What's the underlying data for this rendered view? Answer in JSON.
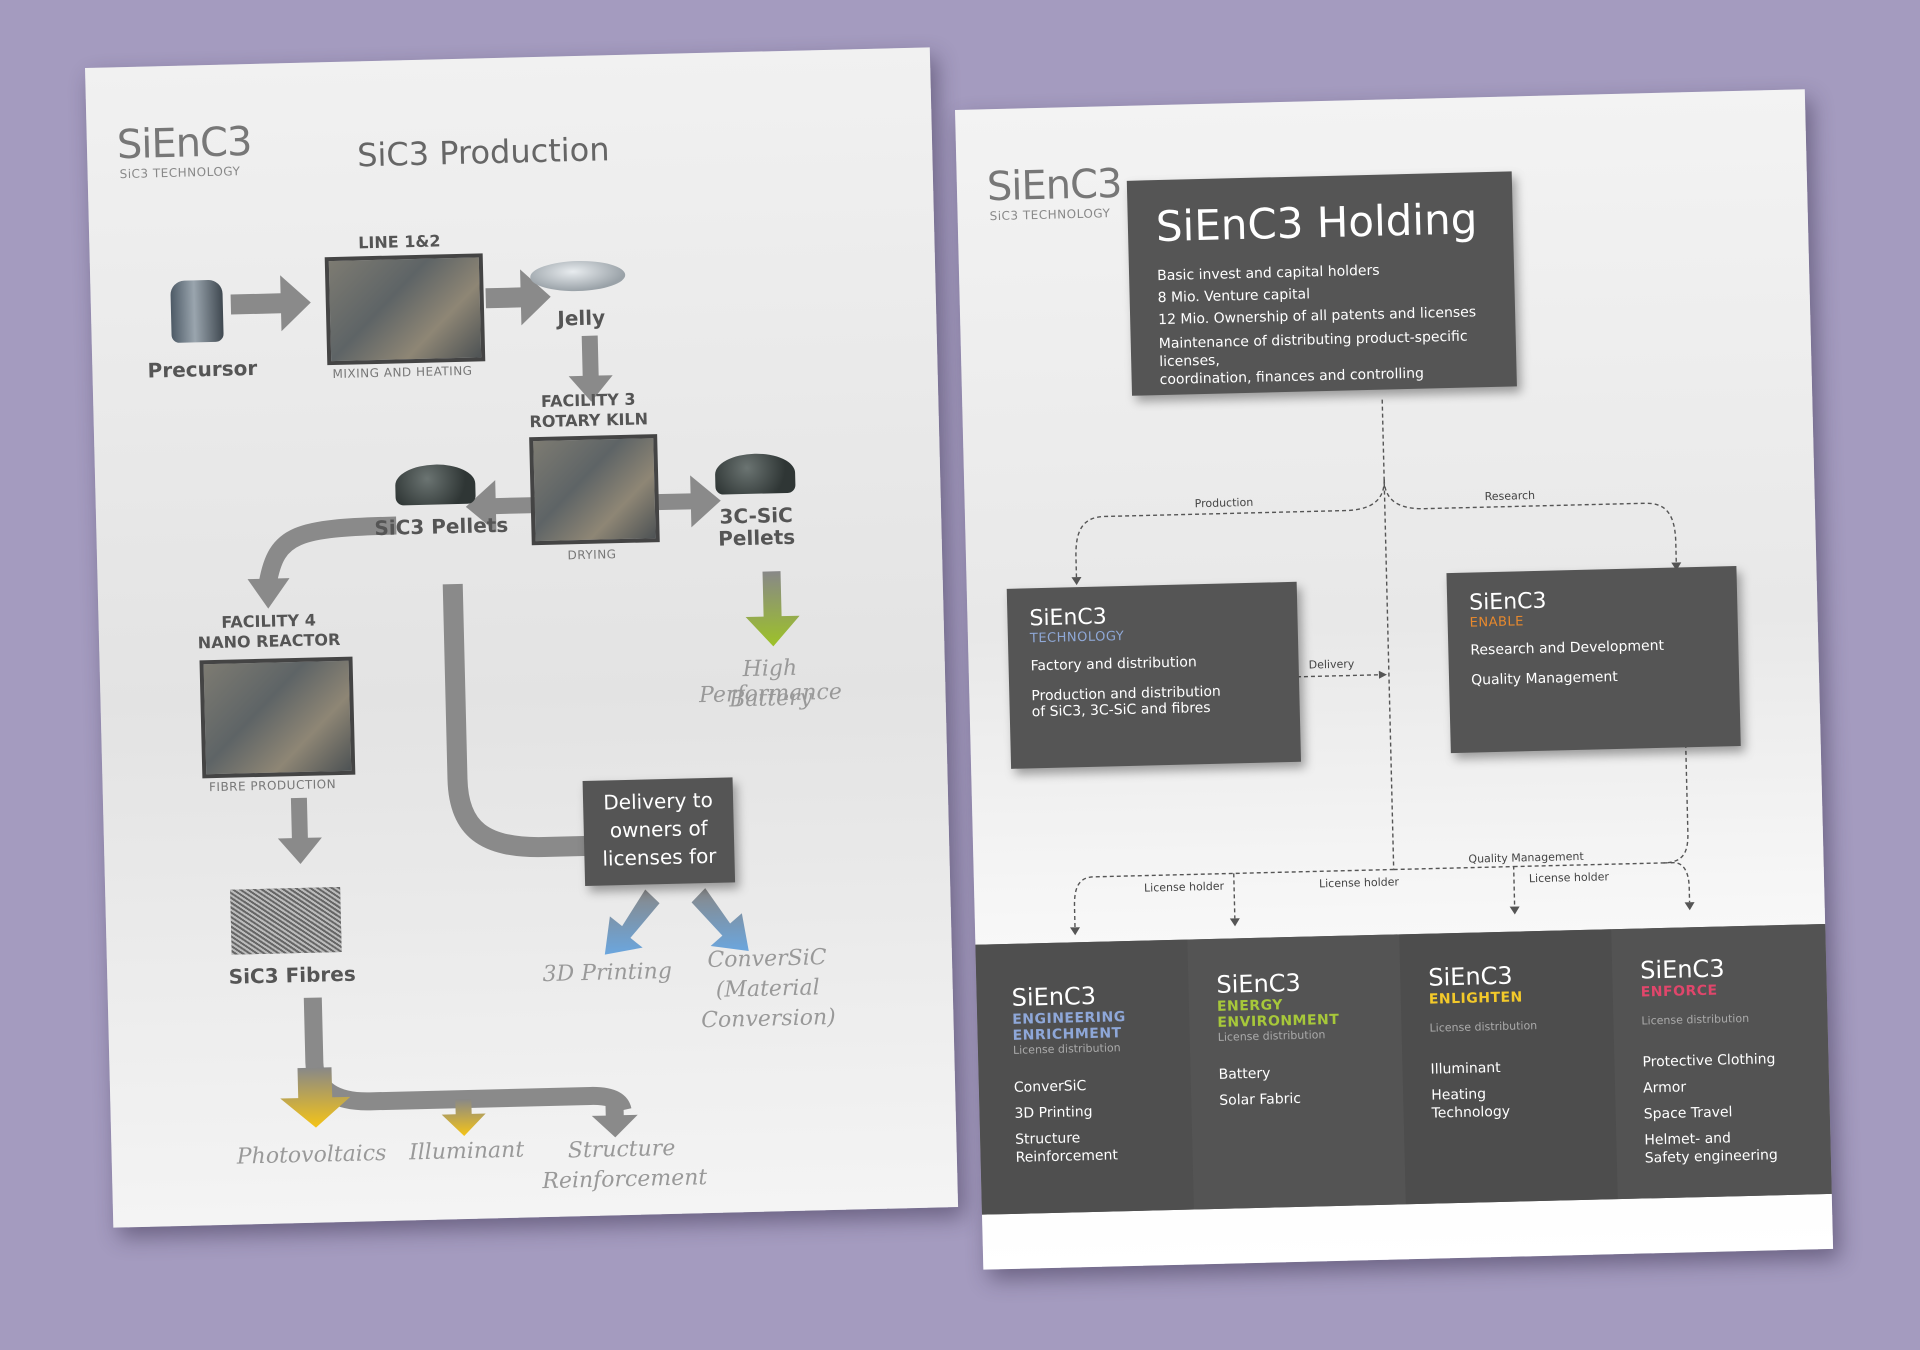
{
  "left_sheet": {
    "logo": "SiEnC3",
    "logo_sub": "SiC3 TECHNOLOGY",
    "title": "SiC3 Production",
    "precursor": "Precursor",
    "line_label": "LINE 1&2",
    "mixing_label": "MIXING AND HEATING",
    "jelly": "Jelly",
    "facility3_a": "FACILITY 3",
    "facility3_b": "ROTARY KILN",
    "drying": "DRYING",
    "sic3_pellets": "SiC3 Pellets",
    "pellets3c_a": "3C-SiC",
    "pellets3c_b": "Pellets",
    "battery_a": "High Performance",
    "battery_b": "Battery",
    "facility4_a": "FACILITY 4",
    "facility4_b": "NANO REACTOR",
    "fibre_prod": "FIBRE PRODUCTION",
    "sic3_fibres": "SiC3 Fibres",
    "delivery_a": "Delivery to",
    "delivery_b": "owners of",
    "delivery_c": "licenses for",
    "printing": "3D Printing",
    "conversic_a": "ConverSiC",
    "conversic_b": "(Material",
    "conversic_c": "Conversion)",
    "photovoltaics": "Photovoltaics",
    "illuminant": "Illuminant",
    "structure_a": "Structure",
    "structure_b": "Reinforcement"
  },
  "right_sheet": {
    "logo": "SiEnC3",
    "logo_sub": "SiC3 TECHNOLOGY",
    "holding_title": "SiEnC3 Holding",
    "holding_lines": [
      "Basic invest and capital holders",
      "8 Mio. Venture capital",
      "12 Mio. Ownership of all patents and licenses",
      "Maintenance of distributing product-specific licenses,",
      "coordination, finances and controlling"
    ],
    "edge_production": "Production",
    "edge_research": "Research",
    "edge_delivery": "Delivery",
    "edge_quality": "Quality Management",
    "edge_license_1": "License holder",
    "edge_license_2": "License holder",
    "edge_license_3": "License holder",
    "technology": {
      "name": "SiEnC3",
      "sub": "TECHNOLOGY",
      "line1": "Factory and distribution",
      "line2": "Production and distribution",
      "line3": "of SiC3, 3C-SiC and fibres"
    },
    "enable": {
      "name": "SiEnC3",
      "sub": "ENABLE",
      "line1": "Research and Development",
      "line2": "Quality Management"
    },
    "columns": [
      {
        "name": "SiEnC3",
        "sub1": "ENGINEERING",
        "sub2": "ENRICHMENT",
        "muted": "License distribution",
        "items": [
          "ConverSiC",
          "3D Printing",
          "Structure",
          "Reinforcement"
        ],
        "color": "#8ea7d8"
      },
      {
        "name": "SiEnC3",
        "sub1": "ENERGY",
        "sub2": "ENVIRONMENT",
        "muted": "License distribution",
        "items": [
          "Battery",
          "Solar Fabric"
        ],
        "color": "#a7c83a"
      },
      {
        "name": "SiEnC3",
        "sub1": "ENLIGHTEN",
        "sub2": "",
        "muted": "License distribution",
        "items": [
          "Illuminant",
          "Heating",
          "Technology"
        ],
        "color": "#f3c92a"
      },
      {
        "name": "SiEnC3",
        "sub1": "ENFORCE",
        "sub2": "",
        "muted": "License distribution",
        "items": [
          "Protective Clothing",
          "Armor",
          "Space Travel",
          "Helmet- and",
          "Safety engineering"
        ],
        "color": "#e0466b"
      }
    ]
  }
}
